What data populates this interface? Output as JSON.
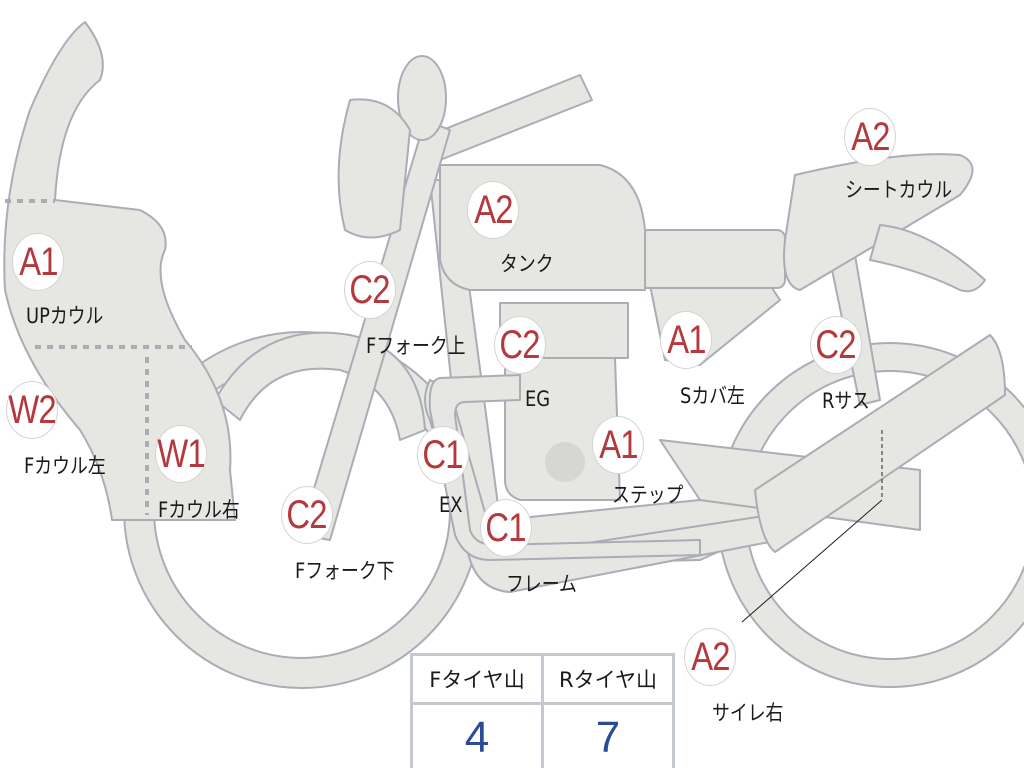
{
  "colors": {
    "body_fill": "#e6e6e3",
    "outline": "#a9adb5",
    "grade": "#b5383c",
    "tire_value": "#2a4a9a"
  },
  "parts": [
    {
      "grade": "A1",
      "label": "UPカウル"
    },
    {
      "grade": "W2",
      "label": "Fカウル左"
    },
    {
      "grade": "W1",
      "label": "Fカウル右"
    },
    {
      "grade": "C2",
      "label": "Fフォーク上"
    },
    {
      "grade": "C2",
      "label": "Fフォーク下"
    },
    {
      "grade": "A2",
      "label": "タンク"
    },
    {
      "grade": "C2",
      "label": "EG"
    },
    {
      "grade": "C1",
      "label": "EX"
    },
    {
      "grade": "A1",
      "label": "ステップ"
    },
    {
      "grade": "C1",
      "label": "フレーム"
    },
    {
      "grade": "A1",
      "label": "Sカバ左"
    },
    {
      "grade": "C2",
      "label": "Rサス"
    },
    {
      "grade": "A2",
      "label": "シートカウル"
    },
    {
      "grade": "A2",
      "label": "サイレ右"
    }
  ],
  "tire_tread": {
    "front_label": "Fタイヤ山",
    "front_value": "4",
    "rear_label": "Rタイヤ山",
    "rear_value": "7"
  }
}
